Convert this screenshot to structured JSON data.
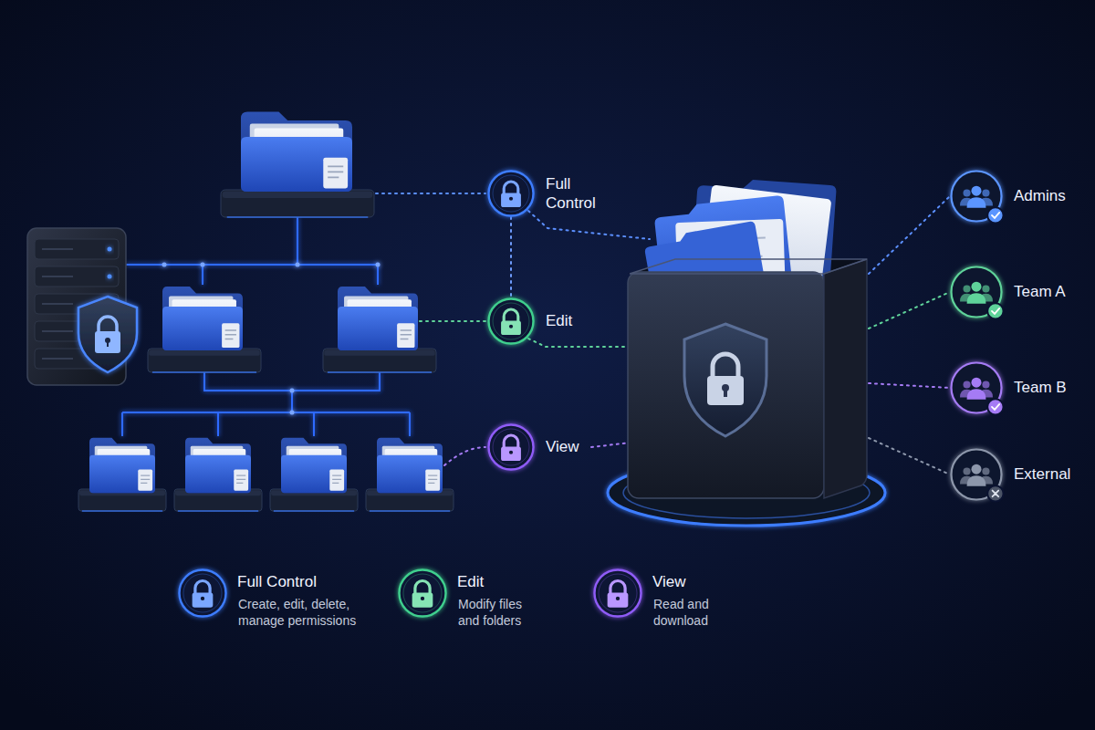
{
  "diagram": {
    "nodes": [
      {
        "text": [
          "Full Control"
        ]
      },
      {
        "text": [
          "Edit"
        ]
      },
      {
        "text": [
          "View"
        ]
      },
      {
        "text": [
          "Admins"
        ]
      },
      {
        "text": [
          "Team A"
        ]
      },
      {
        "text": [
          "Team B"
        ]
      },
      {
        "text": [
          "External"
        ]
      }
    ],
    "edges": [
      {
        "from": 0,
        "to": 1,
        "arrow": "none"
      }
    ],
    "labels": [
      "Create, edit, delete, manage permissions",
      "Modify files and folders",
      "Read and download"
    ],
    "legend": [
      {
        "text": "Full Control"
      },
      {
        "text": "Edit"
      },
      {
        "text": "View"
      }
    ]
  }
}
